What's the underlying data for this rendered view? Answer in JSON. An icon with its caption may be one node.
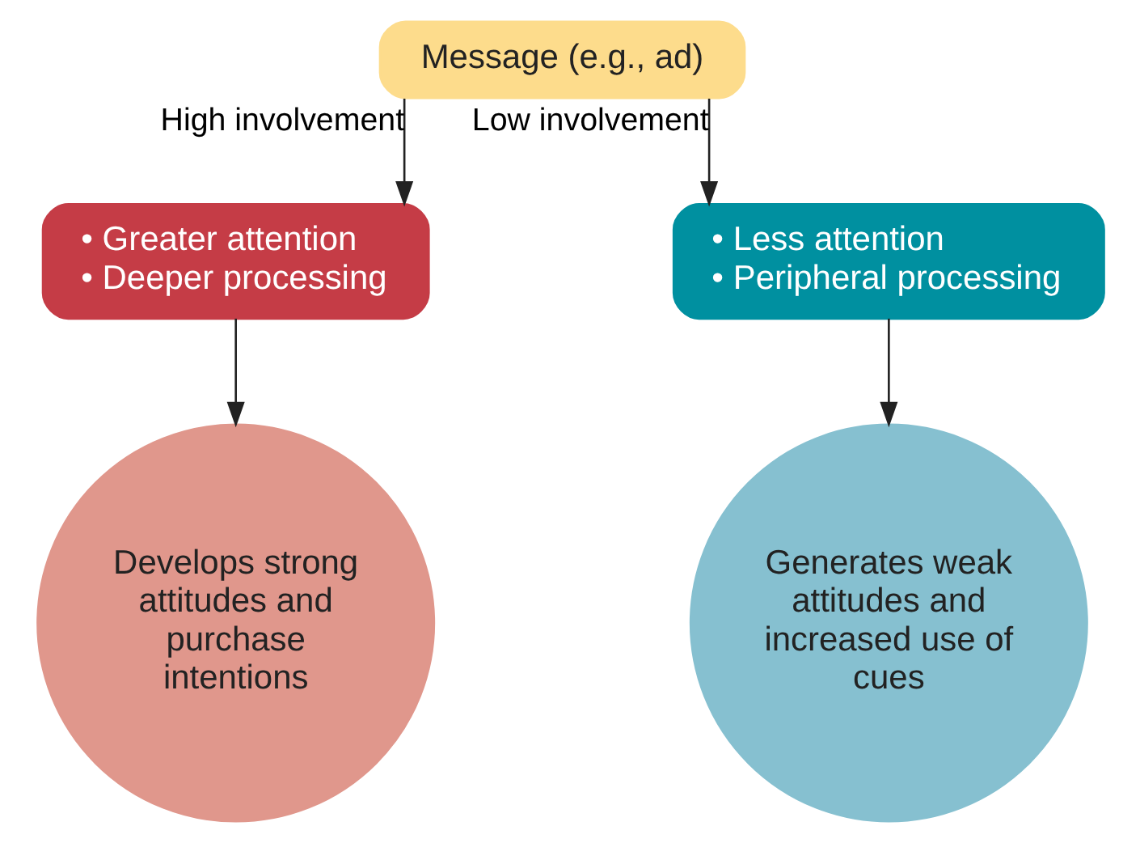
{
  "diagram": {
    "nodes": [
      {
        "text": [
          "Message (e.g., ad)"
        ]
      },
      {
        "text": [
          "• Greater attention",
          "• Deeper processing"
        ]
      },
      {
        "text": [
          "• Less attention",
          "• Peripheral processing"
        ]
      },
      {
        "text": [
          "Develops strong attitudes and purchase intentions"
        ]
      },
      {
        "text": [
          "Generates weak attitudes and increased use of cues"
        ]
      }
    ],
    "edges": [
      {
        "from": 0,
        "to": 1,
        "arrow": "to",
        "label": "High involvement"
      },
      {
        "from": 0,
        "to": 2,
        "arrow": "to",
        "label": "Low involvement"
      },
      {
        "from": 1,
        "to": 3,
        "arrow": "to"
      },
      {
        "from": 2,
        "to": 4,
        "arrow": "to"
      }
    ]
  }
}
